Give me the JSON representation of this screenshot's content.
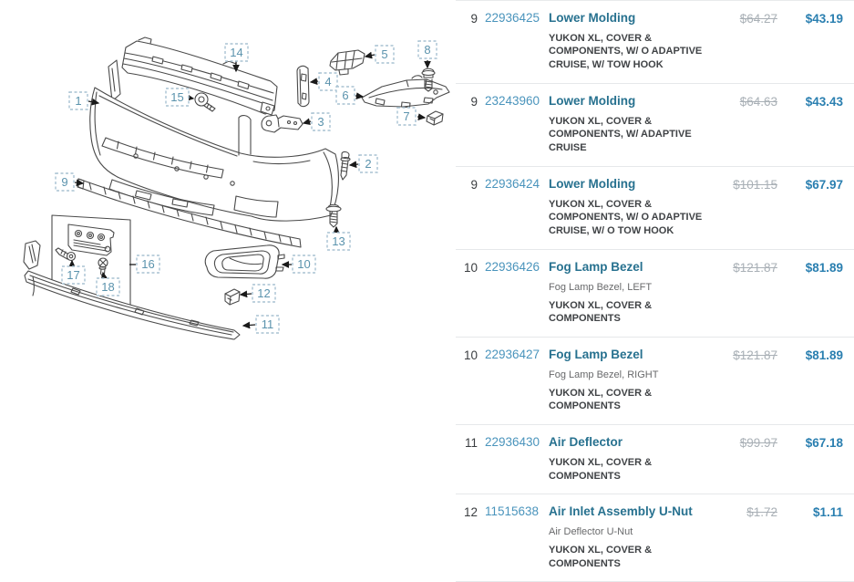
{
  "diagram": {
    "callouts": [
      {
        "label": "1"
      },
      {
        "label": "2"
      },
      {
        "label": "3"
      },
      {
        "label": "4"
      },
      {
        "label": "5"
      },
      {
        "label": "6"
      },
      {
        "label": "7"
      },
      {
        "label": "8"
      },
      {
        "label": "9"
      },
      {
        "label": "10"
      },
      {
        "label": "11"
      },
      {
        "label": "12"
      },
      {
        "label": "13"
      },
      {
        "label": "14"
      },
      {
        "label": "15"
      },
      {
        "label": "16"
      },
      {
        "label": "17"
      },
      {
        "label": "18"
      }
    ]
  },
  "parts_list": {
    "rows": [
      {
        "ref": "9",
        "part_number": "22936425",
        "name": "Lower Molding",
        "desc_main": "YUKON XL, COVER & COMPONENTS, W/ O ADAPTIVE CRUISE, W/ TOW HOOK",
        "old_price": "$64.27",
        "price": "$43.19"
      },
      {
        "ref": "9",
        "part_number": "23243960",
        "name": "Lower Molding",
        "desc_main": "YUKON XL, COVER & COMPONENTS, W/ ADAPTIVE CRUISE",
        "old_price": "$64.63",
        "price": "$43.43"
      },
      {
        "ref": "9",
        "part_number": "22936424",
        "name": "Lower Molding",
        "desc_main": "YUKON XL, COVER & COMPONENTS, W/ O ADAPTIVE CRUISE, W/ O TOW HOOK",
        "old_price": "$101.15",
        "price": "$67.97"
      },
      {
        "ref": "10",
        "part_number": "22936426",
        "name": "Fog Lamp Bezel",
        "desc_sub": "Fog Lamp Bezel, LEFT",
        "desc_main": "YUKON XL, COVER & COMPONENTS",
        "old_price": "$121.87",
        "price": "$81.89"
      },
      {
        "ref": "10",
        "part_number": "22936427",
        "name": "Fog Lamp Bezel",
        "desc_sub": "Fog Lamp Bezel, RIGHT",
        "desc_main": "YUKON XL, COVER & COMPONENTS",
        "old_price": "$121.87",
        "price": "$81.89"
      },
      {
        "ref": "11",
        "part_number": "22936430",
        "name": "Air Deflector",
        "desc_main": "YUKON XL, COVER & COMPONENTS",
        "old_price": "$99.97",
        "price": "$67.18"
      },
      {
        "ref": "12",
        "part_number": "11515638",
        "name": "Air Inlet Assembly U-Nut",
        "desc_sub": "Air Deflector U-Nut",
        "desc_main": "YUKON XL, COVER & COMPONENTS",
        "old_price": "$1.72",
        "price": "$1.11"
      }
    ]
  },
  "colors": {
    "part_number_link": "#4a94bc",
    "part_name_link": "#27718f",
    "price": "#2a7fb0",
    "old_price": "#a9b0b6",
    "callout_number": "#5b93ad",
    "callout_border": "#a8c2d2",
    "line_art": "#4a4a4a"
  }
}
